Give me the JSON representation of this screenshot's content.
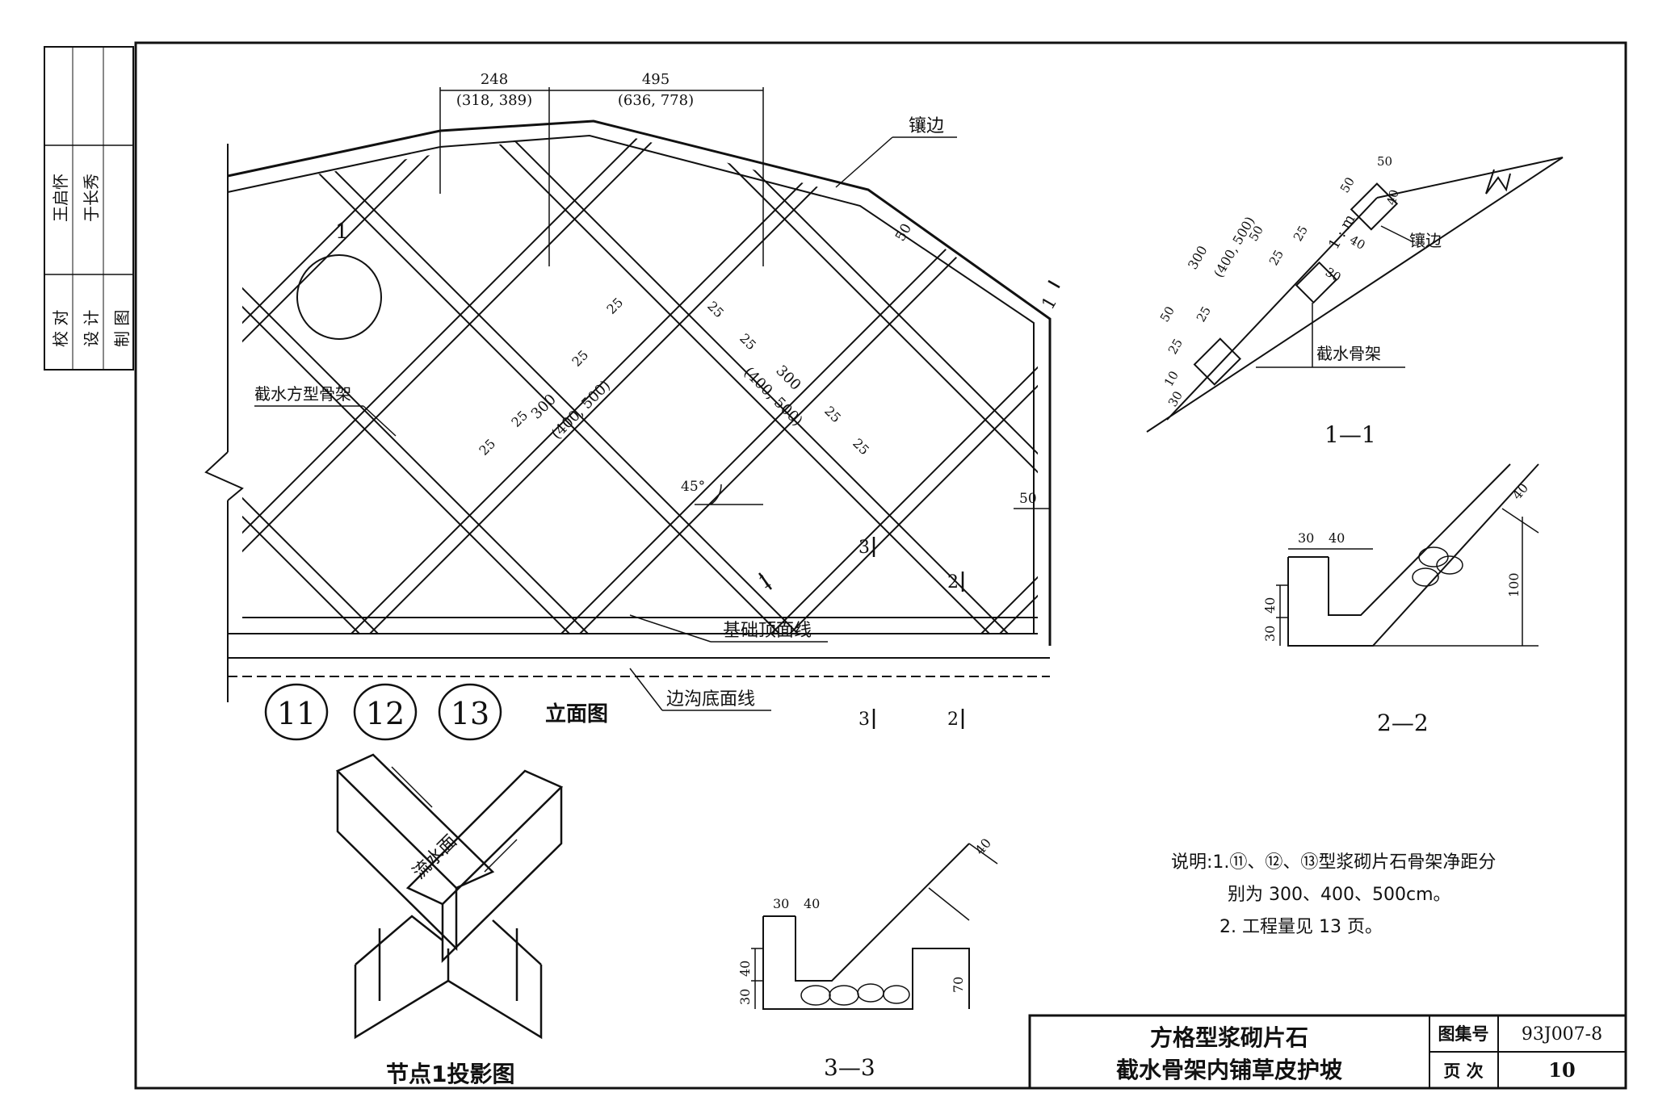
{
  "side_block": {
    "names": [
      "王启怀",
      "于长秀"
    ],
    "roles": [
      "校 对",
      "设 计",
      "制 图"
    ]
  },
  "elevation": {
    "dim_top_1": "248",
    "dim_top_1_alt": "(318, 389)",
    "dim_top_2": "495",
    "dim_top_2_alt": "(636, 778)",
    "edge_label": "镶边",
    "dim_50_edge": "50",
    "node_label": "1",
    "skeleton_label": "截水方型骨架",
    "dim_25": "25",
    "dim_300": "300",
    "dim_300_alt": "(400, 500)",
    "angle": "45°",
    "dim_50_right": "50",
    "section_3": "3",
    "section_2": "2",
    "section_1": "1",
    "foundation_label": "基础顶面线",
    "ditch_label": "边沟底面线",
    "types": [
      "11",
      "12",
      "13"
    ],
    "title": "立面图"
  },
  "node_projection": {
    "flow_label": "流水面",
    "title": "节点1投影图"
  },
  "section_1_1": {
    "title": "1—1",
    "slope": "1 : m",
    "edge_label": "镶边",
    "skeleton_label": "截水骨架",
    "dims": [
      "50",
      "50",
      "40",
      "40",
      "30",
      "300",
      "(400, 500)",
      "50",
      "25",
      "25",
      "50",
      "25",
      "25",
      "10",
      "30"
    ]
  },
  "section_2_2": {
    "title": "2—2",
    "dims": [
      "30",
      "40",
      "40",
      "30",
      "100",
      "40"
    ]
  },
  "section_3_3": {
    "title": "3—3",
    "dims": [
      "30",
      "40",
      "40",
      "30",
      "70",
      "40"
    ]
  },
  "notes": {
    "line1": "说明:1.⑪、⑫、⑬型浆砌片石骨架净距分",
    "line2": "别为 300、400、500cm。",
    "line3": "2. 工程量见 13 页。"
  },
  "title_block": {
    "title_line1": "方格型浆砌片石",
    "title_line2": "截水骨架内铺草皮护坡",
    "atlas_label": "图集号",
    "atlas_no": "93J007-8",
    "page_label": "页  次",
    "page_no": "10"
  }
}
